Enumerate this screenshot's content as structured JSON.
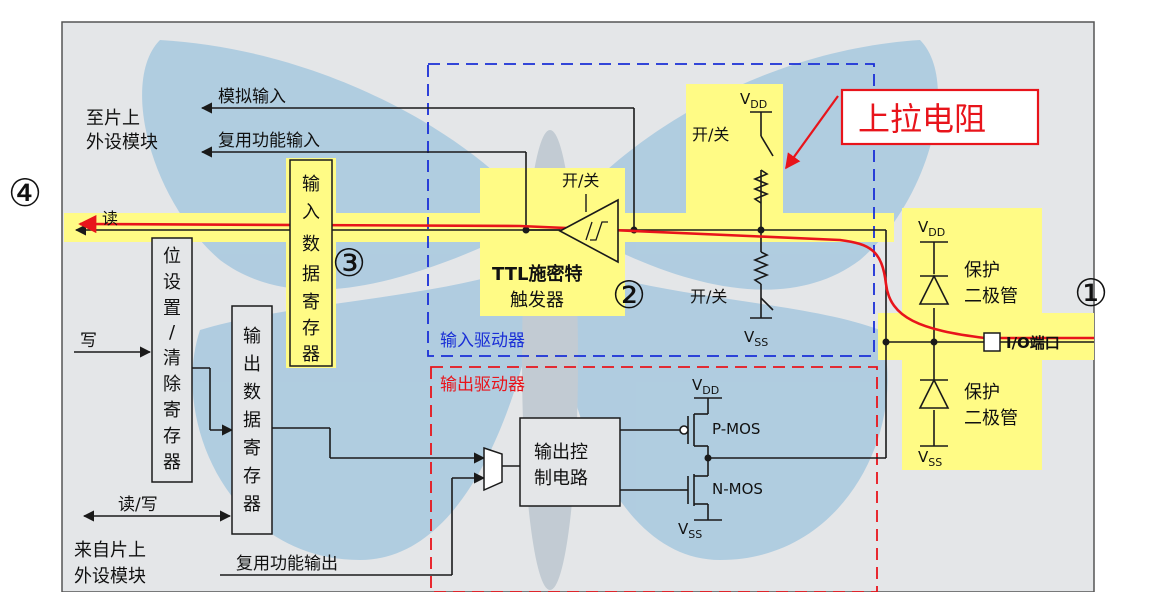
{
  "labels": {
    "analog_input": "模拟输入",
    "alt_func_input": "复用功能输入",
    "to_onchip_peripheral_1": "至片上",
    "to_onchip_peripheral_2": "外设模块",
    "read": "读",
    "write": "写",
    "read_write": "读/写",
    "from_onchip_peripheral_1": "来自片上",
    "from_onchip_peripheral_2": "外设模块",
    "alt_func_output": "复用功能输出",
    "bit_set_reset_register": [
      "位",
      "设",
      "置",
      "/",
      "清",
      "除",
      "寄",
      "存",
      "器"
    ],
    "input_data_register": [
      "输",
      "入",
      "数",
      "据",
      "寄",
      "存",
      "器"
    ],
    "output_data_register": [
      "输",
      "出",
      "数",
      "据",
      "寄",
      "存",
      "器"
    ],
    "on_off_top": "开/关",
    "on_off_schmitt": "开/关",
    "on_off_bottom": "开/关",
    "schmitt_line1": "TTL施密特",
    "schmitt_line2": "触发器",
    "input_driver": "输入驱动器",
    "output_driver": "输出驱动器",
    "output_control_1": "输出控",
    "output_control_2": "制电路",
    "pmos": "P-MOS",
    "nmos": "N-MOS",
    "vdd_main": "DD",
    "vss_main": "SS",
    "vdd_pull": "DD",
    "vss_pull": "SS",
    "vdd_diode": "DD",
    "vss_diode": "SS",
    "v_letter": "V",
    "protect_diode_1": "保护",
    "protect_diode_2": "二极管",
    "protect_diode_3": "保护",
    "protect_diode_4": "二极管",
    "io_port": "I/O端口",
    "pull_up_resistor": "上拉电阻",
    "num_1": "①",
    "num_2": "②",
    "num_3": "③",
    "num_4": "④"
  },
  "colors": {
    "highlight": "#fffb85",
    "signal_path": "#e8141b",
    "input_driver_border": "#1a2fd6",
    "output_driver_border": "#e8141b",
    "wire": "#1a1a1a",
    "background_panel": "#e4e6e8",
    "watermark": "#9fc4de"
  }
}
